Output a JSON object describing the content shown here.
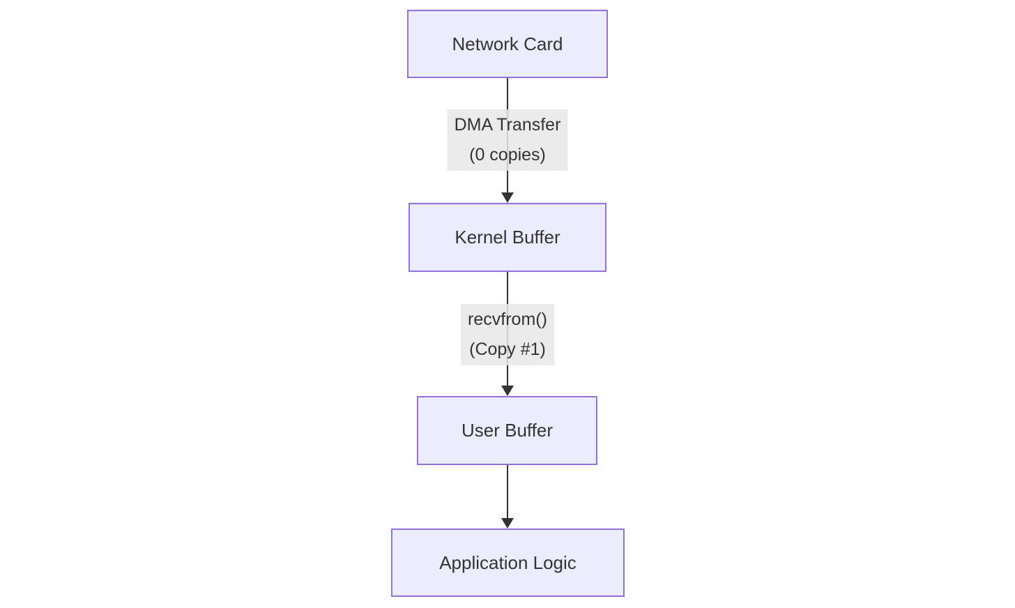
{
  "diagram": {
    "type": "flowchart",
    "direction": "top-down",
    "colors": {
      "background": "#ffffff",
      "node_fill": "#ECECFF",
      "node_border": "#9370DB",
      "text": "#333333",
      "edge": "#333333",
      "edge_label_bg": "#e8e8e8"
    },
    "nodes": [
      {
        "id": "network-card",
        "label": "Network Card"
      },
      {
        "id": "kernel-buffer",
        "label": "Kernel Buffer"
      },
      {
        "id": "user-buffer",
        "label": "User Buffer"
      },
      {
        "id": "application-logic",
        "label": "Application Logic"
      }
    ],
    "edges": [
      {
        "from": "network-card",
        "to": "kernel-buffer",
        "label_line1": "DMA Transfer",
        "label_line2": "(0 copies)"
      },
      {
        "from": "kernel-buffer",
        "to": "user-buffer",
        "label_line1": "recvfrom()",
        "label_line2": "(Copy #1)"
      },
      {
        "from": "user-buffer",
        "to": "application-logic",
        "label_line1": "",
        "label_line2": ""
      }
    ]
  }
}
